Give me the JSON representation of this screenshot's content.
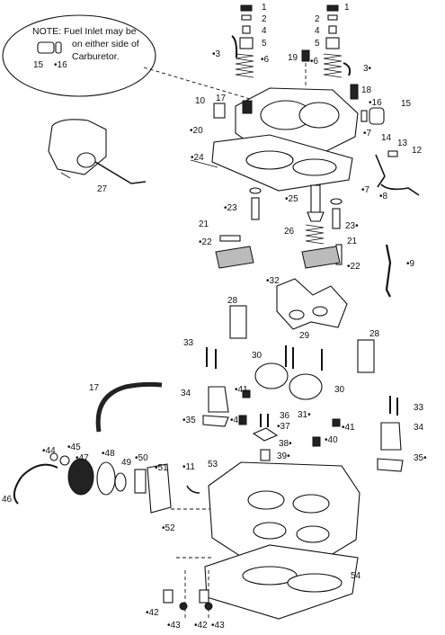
{
  "note": {
    "lines": [
      "NOTE:  Fuel Inlet may be",
      "on either side of",
      "Carburetor."
    ],
    "callouts": [
      "15",
      "•16"
    ]
  },
  "callouts": [
    {
      "key": "c1a",
      "text": "1"
    },
    {
      "key": "c2a",
      "text": "2"
    },
    {
      "key": "c4a",
      "text": "4"
    },
    {
      "key": "c5a",
      "text": "5"
    },
    {
      "key": "c3a",
      "text": "•3"
    },
    {
      "key": "c6a",
      "text": "•6"
    },
    {
      "key": "c1b",
      "text": "1"
    },
    {
      "key": "c2b",
      "text": "2"
    },
    {
      "key": "c4b",
      "text": "4"
    },
    {
      "key": "c5b",
      "text": "5"
    },
    {
      "key": "c19",
      "text": "19"
    },
    {
      "key": "c6b",
      "text": "•6"
    },
    {
      "key": "c3b",
      "text": "3•"
    },
    {
      "key": "c18",
      "text": "18"
    },
    {
      "key": "c10",
      "text": "10"
    },
    {
      "key": "c17",
      "text": "17"
    },
    {
      "key": "c16",
      "text": "•16"
    },
    {
      "key": "c15",
      "text": "15"
    },
    {
      "key": "c20",
      "text": "•20"
    },
    {
      "key": "c7a",
      "text": "•7"
    },
    {
      "key": "c14",
      "text": "14"
    },
    {
      "key": "c13",
      "text": "13"
    },
    {
      "key": "c12",
      "text": "12"
    },
    {
      "key": "c24",
      "text": "•24"
    },
    {
      "key": "c7b",
      "text": "•7"
    },
    {
      "key": "c8",
      "text": "•8"
    },
    {
      "key": "c27",
      "text": "27"
    },
    {
      "key": "c23a",
      "text": "•23"
    },
    {
      "key": "c25",
      "text": "•25"
    },
    {
      "key": "c23b",
      "text": "23•"
    },
    {
      "key": "c21a",
      "text": "21"
    },
    {
      "key": "c26",
      "text": "26"
    },
    {
      "key": "c22a",
      "text": "•22"
    },
    {
      "key": "c21b",
      "text": "21"
    },
    {
      "key": "c22b",
      "text": "•22"
    },
    {
      "key": "c9",
      "text": "•9"
    },
    {
      "key": "c32",
      "text": "•32"
    },
    {
      "key": "c28a",
      "text": "28"
    },
    {
      "key": "c29",
      "text": "29"
    },
    {
      "key": "c28b",
      "text": "28"
    },
    {
      "key": "c33a",
      "text": "33"
    },
    {
      "key": "c30a",
      "text": "30"
    },
    {
      "key": "c30b",
      "text": "30"
    },
    {
      "key": "c17b",
      "text": "17"
    },
    {
      "key": "c34a",
      "text": "34"
    },
    {
      "key": "c41a",
      "text": "•41"
    },
    {
      "key": "c31",
      "text": "31•"
    },
    {
      "key": "c33b",
      "text": "33"
    },
    {
      "key": "c36",
      "text": "36"
    },
    {
      "key": "c35a",
      "text": "•35"
    },
    {
      "key": "c40a",
      "text": "•40"
    },
    {
      "key": "c37",
      "text": "•37"
    },
    {
      "key": "c41b",
      "text": "•41"
    },
    {
      "key": "c34b",
      "text": "34"
    },
    {
      "key": "c38",
      "text": "38•"
    },
    {
      "key": "c40b",
      "text": "•40"
    },
    {
      "key": "c44",
      "text": "•44"
    },
    {
      "key": "c45",
      "text": "•45"
    },
    {
      "key": "c47",
      "text": "•47"
    },
    {
      "key": "c48",
      "text": "•48"
    },
    {
      "key": "c50",
      "text": "•50"
    },
    {
      "key": "c39",
      "text": "39•"
    },
    {
      "key": "c35b",
      "text": "35•"
    },
    {
      "key": "c49",
      "text": "49"
    },
    {
      "key": "c51",
      "text": "•51"
    },
    {
      "key": "c11",
      "text": "•11"
    },
    {
      "key": "c53",
      "text": "53"
    },
    {
      "key": "c46",
      "text": "46"
    },
    {
      "key": "c52",
      "text": "•52"
    },
    {
      "key": "c54",
      "text": "54"
    },
    {
      "key": "c42a",
      "text": "•42"
    },
    {
      "key": "c43a",
      "text": "•43"
    },
    {
      "key": "c42b",
      "text": "•42"
    },
    {
      "key": "c43b",
      "text": "•43"
    }
  ]
}
